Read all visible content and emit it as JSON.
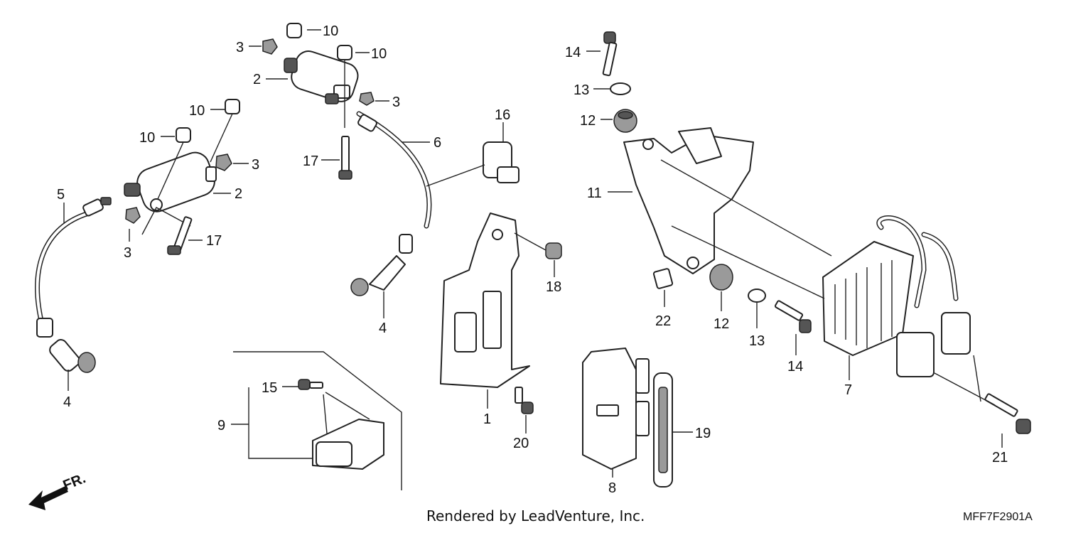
{
  "diagram": {
    "labels": {
      "l1": "1",
      "l2a": "2",
      "l2b": "2",
      "l3a": "3",
      "l3b": "3",
      "l3c": "3",
      "l3d": "3",
      "l4a": "4",
      "l4b": "4",
      "l5": "5",
      "l6": "6",
      "l7": "7",
      "l8": "8",
      "l9": "9",
      "l10a": "10",
      "l10b": "10",
      "l10c": "10",
      "l10d": "10",
      "l11": "11",
      "l12a": "12",
      "l12b": "12",
      "l13a": "13",
      "l13b": "13",
      "l14a": "14",
      "l14b": "14",
      "l15": "15",
      "l16": "16",
      "l17a": "17",
      "l17b": "17",
      "l18": "18",
      "l19": "19",
      "l20": "20",
      "l21": "21",
      "l22": "22"
    },
    "front_marker": "FR.",
    "credit": "Rendered by LeadVenture, Inc.",
    "drawing_code": "MFF7F2901A",
    "icons": {
      "front_arrow": "front-direction-arrow-icon"
    }
  }
}
